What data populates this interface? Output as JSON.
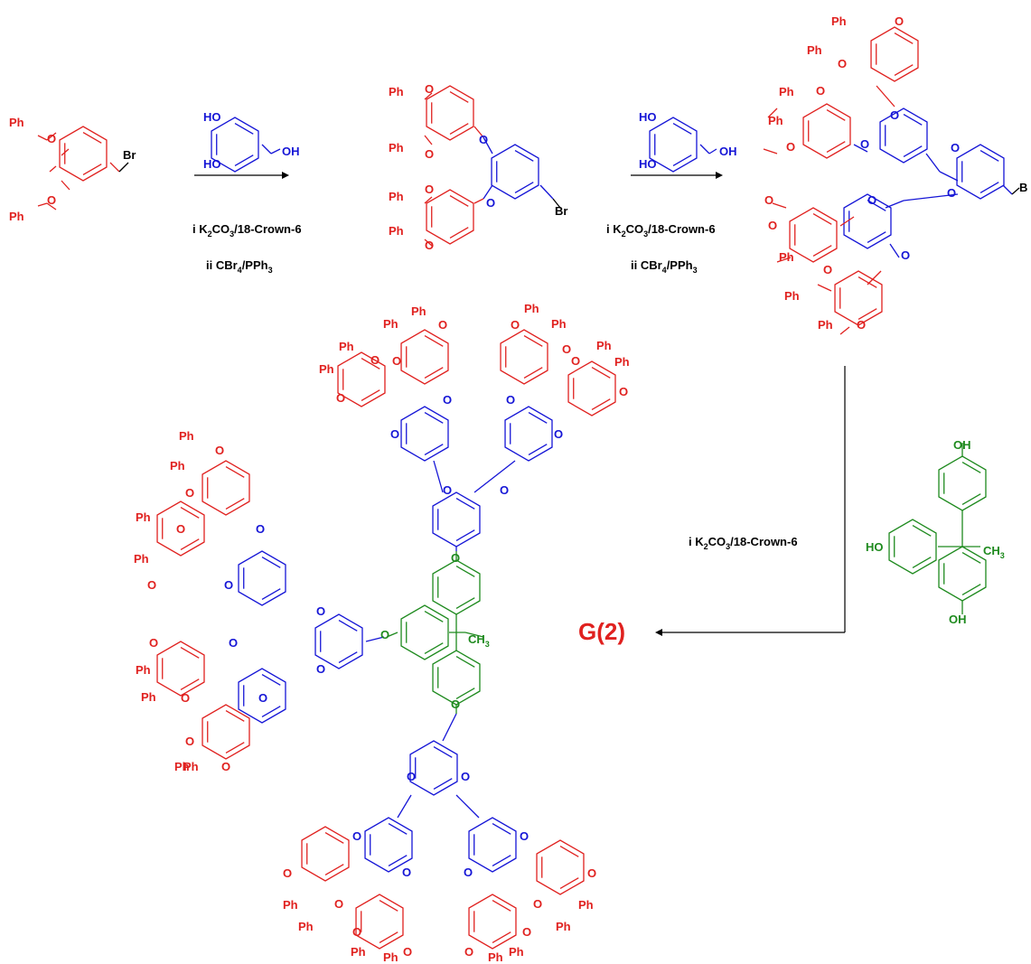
{
  "colors": {
    "red": "#e0211f",
    "blue": "#1515d6",
    "green": "#1e8a1e",
    "black": "#000000"
  },
  "labels": {
    "Ph": "Ph",
    "O": "O",
    "Br": "Br",
    "B": "B",
    "OH": "OH",
    "HO": "HO",
    "CH": "CH"
  },
  "step1": {
    "reagent_top": "HO",
    "reagent_bottom": "HO",
    "reagent_side": "OH",
    "cond1_pre": "i K",
    "cond1_post": "CO",
    "cond1_tail": "/18-Crown-6",
    "cond2_pre": "ii CBr",
    "cond2_mid": "/PPh",
    "sub2": "2",
    "sub3": "3",
    "sub4": "4"
  },
  "step2": {
    "cond1_pre": "i K",
    "cond1_post": "CO",
    "cond1_tail": "/18-Crown-6",
    "cond2_pre": "ii CBr",
    "cond2_mid": "/PPh",
    "sub2": "2",
    "sub3": "3",
    "sub4": "4"
  },
  "step3": {
    "cond_pre": "i K",
    "cond_post": "CO",
    "cond_tail": "/18-Crown-6",
    "sub2": "2",
    "sub3": "3",
    "core_methyl": "CH",
    "core_methyl_sub": "3"
  },
  "product": {
    "label": "G(2)"
  }
}
